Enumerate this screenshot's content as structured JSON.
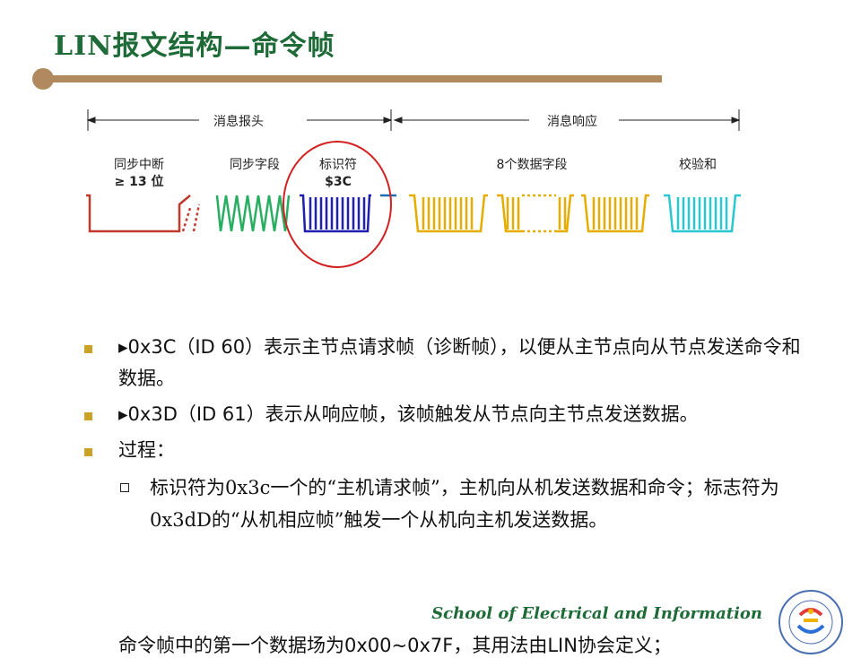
{
  "title": "LIN报文结构—命令帧",
  "diagram": {
    "header_label": "消息报头",
    "response_label": "消息响应",
    "sync_break_label_1": "同步中断",
    "sync_break_label_2": "≥ 13 位",
    "sync_field_label": "同步字段",
    "id_label_1": "标识符",
    "id_label_2": "$3C",
    "data_label": "8个数据字段",
    "checksum_label": "校验和",
    "colors": {
      "break": "#c0392b",
      "sync": "#27ae60",
      "identifier": "#1f1fb0",
      "data": "#e6ac00",
      "checksum": "#29c7cf",
      "highlight_circle": "#d42020"
    }
  },
  "bullets": [
    "▸0x3C（ID 60）表示主节点请求帧（诊断帧），以便从主节点向从节点发送命令和数据。",
    "▸0x3D（ID 61）表示从响应帧，该帧触发从节点向主节点发送数据。",
    "过程："
  ],
  "sub_bullet": "标识符为0x3c一个的“主机请求帧”，主机向从机发送数据和命令；标志符为0x3dD的“从机相应帧”触发一个从机向主机发送数据。",
  "last_line": "命令帧中的第一个数据场为0x00~0x7F，其用法由LIN协会定义；",
  "footer": {
    "school": "School of Electrical and Information",
    "logo_icon": "school-logo-icon"
  }
}
